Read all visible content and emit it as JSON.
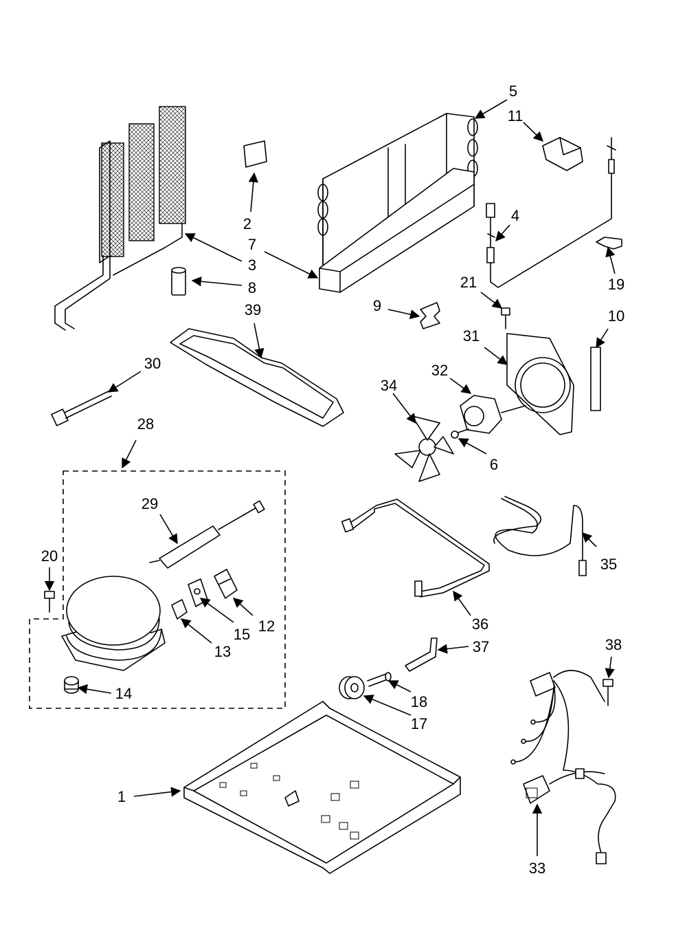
{
  "callouts": {
    "c1": "1",
    "c2": "2",
    "c3": "3",
    "c4": "4",
    "c5": "5",
    "c6": "6",
    "c7": "7",
    "c8": "8",
    "c9": "9",
    "c10": "10",
    "c11": "11",
    "c12": "12",
    "c13": "13",
    "c14": "14",
    "c15": "15",
    "c17": "17",
    "c18": "18",
    "c19": "19",
    "c20": "20",
    "c21": "21",
    "c28": "28",
    "c29": "29",
    "c30": "30",
    "c31": "31",
    "c32": "32",
    "c33": "33",
    "c34": "34",
    "c35": "35",
    "c36": "36",
    "c37": "37",
    "c38": "38",
    "c39": "39"
  }
}
